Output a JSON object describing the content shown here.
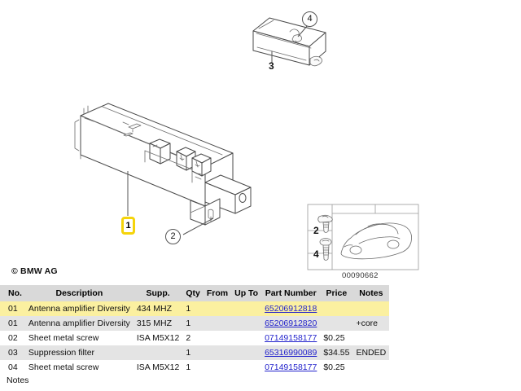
{
  "page": {
    "copyright": "© BMW AG",
    "diagram_id": "00090662",
    "notes_footer": "Notes"
  },
  "diagram": {
    "callouts": [
      {
        "id": "1",
        "label": "1",
        "style": "badge-yellow",
        "target": "antenna-amplifier-body"
      },
      {
        "id": "2",
        "label": "2",
        "style": "circle",
        "target": "sheet-metal-screw-bracket"
      },
      {
        "id": "3",
        "label": "3",
        "style": "plain",
        "target": "suppression-filter-body"
      },
      {
        "id": "4",
        "label": "4",
        "style": "circle",
        "target": "suppression-filter-screw"
      }
    ],
    "inset": {
      "screw_labels": [
        "2",
        "4"
      ],
      "vehicle_icon": "car-silhouette-icon"
    },
    "accent_color": "#f5d40a",
    "line_color": "#4a4a4a"
  },
  "table": {
    "columns": [
      "No.",
      "Description",
      "Supp.",
      "Qty",
      "From",
      "Up To",
      "Part Number",
      "Price",
      "Notes"
    ],
    "rows": [
      {
        "no": "01",
        "description": "Antenna amplifier Diversity",
        "supp": "434 MHZ",
        "qty": "1",
        "from": "",
        "up_to": "",
        "part_number": "65206912818",
        "price": "",
        "notes": "",
        "highlight": "yellow"
      },
      {
        "no": "01",
        "description": "Antenna amplifier Diversity",
        "supp": "315 MHZ",
        "qty": "1",
        "from": "",
        "up_to": "",
        "part_number": "65206912820",
        "price": "",
        "notes": "+core",
        "highlight": "alt"
      },
      {
        "no": "02",
        "description": "Sheet metal screw",
        "supp": "ISA M5X12",
        "qty": "2",
        "from": "",
        "up_to": "",
        "part_number": "07149158177",
        "price": "$0.25",
        "notes": "",
        "highlight": "plain"
      },
      {
        "no": "03",
        "description": "Suppression filter",
        "supp": "",
        "qty": "1",
        "from": "",
        "up_to": "",
        "part_number": "65316990089",
        "price": "$34.55",
        "notes": "ENDED",
        "highlight": "alt"
      },
      {
        "no": "04",
        "description": "Sheet metal screw",
        "supp": "ISA M5X12",
        "qty": "1",
        "from": "",
        "up_to": "",
        "part_number": "07149158177",
        "price": "$0.25",
        "notes": "",
        "highlight": "plain"
      }
    ]
  }
}
